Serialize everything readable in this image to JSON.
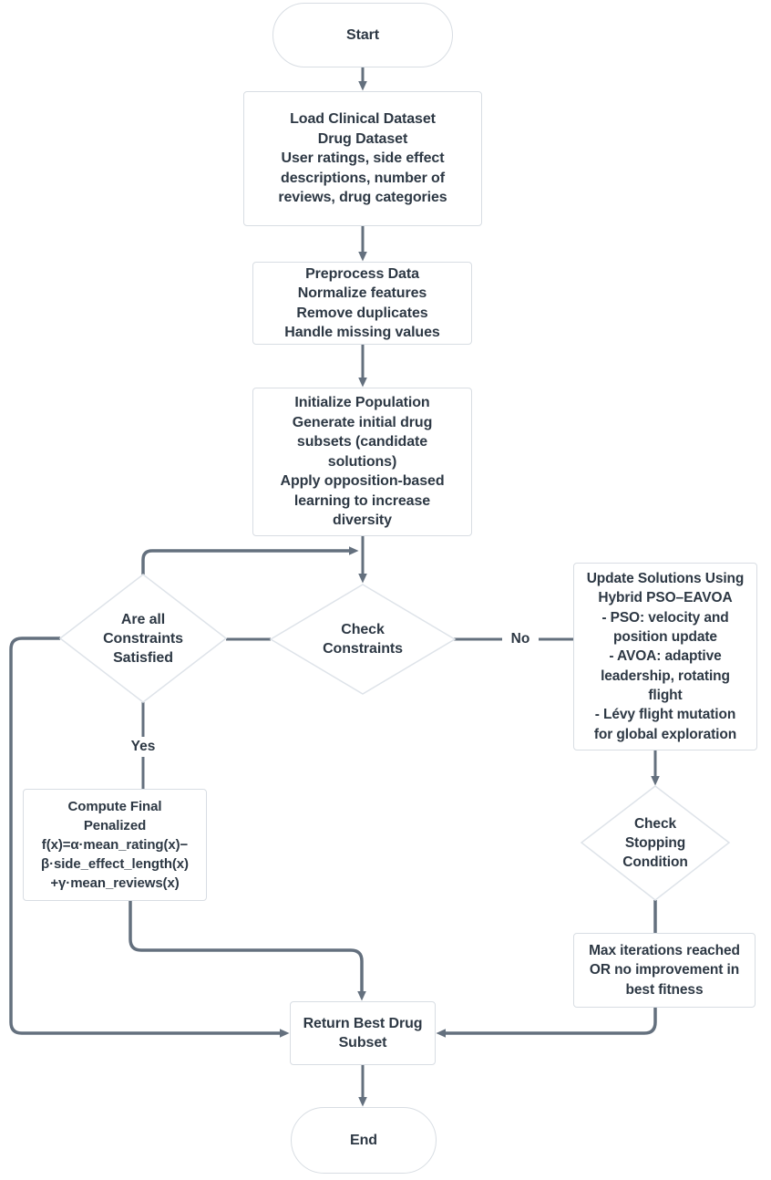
{
  "theme": {
    "background": "#ffffff",
    "node_fill": "#ffffff",
    "node_border": "#d8dde3",
    "diamond_border": "#dee3e9",
    "text_color": "#2d3844",
    "connector_color": "#64707e"
  },
  "diagram": {
    "type": "flowchart",
    "nodes": {
      "start": {
        "label": "Start"
      },
      "load_dataset": {
        "lines": [
          "Load Clinical Dataset",
          "Drug Dataset",
          "User ratings, side effect",
          "descriptions, number of",
          "reviews, drug categories"
        ]
      },
      "preprocess": {
        "lines": [
          "Preprocess Data",
          "Normalize features",
          "Remove duplicates",
          "Handle missing values"
        ]
      },
      "initialize_population": {
        "lines": [
          "Initialize Population",
          "Generate initial drug",
          "subsets (candidate",
          "solutions)",
          "Apply opposition-based",
          "learning to increase",
          "diversity"
        ]
      },
      "are_all_constraints": {
        "lines": [
          "Are all",
          "Constraints",
          "Satisfied"
        ]
      },
      "check_constraints": {
        "lines": [
          "Check",
          "Constraints"
        ]
      },
      "update_solutions": {
        "lines": [
          "Update Solutions Using",
          "Hybrid PSO–EAVOA",
          "- PSO: velocity and",
          "position update",
          "- AVOA: adaptive",
          "leadership, rotating",
          "flight",
          "- Lévy flight mutation",
          "for global exploration"
        ]
      },
      "check_stopping": {
        "lines": [
          "Check",
          "Stopping",
          "Condition"
        ]
      },
      "compute_final": {
        "lines": [
          "Compute Final",
          "Penalized",
          "f(x)=α·mean_rating(x)−",
          "β·side_effect_length(x)",
          "+γ·mean_reviews(x)"
        ]
      },
      "max_iterations": {
        "lines": [
          "Max iterations reached",
          "OR no improvement in",
          "best fitness"
        ]
      },
      "return_best": {
        "lines": [
          "Return Best Drug",
          "Subset"
        ]
      },
      "end": {
        "label": "End"
      }
    },
    "edge_labels": {
      "no": "No",
      "yes": "Yes"
    }
  }
}
